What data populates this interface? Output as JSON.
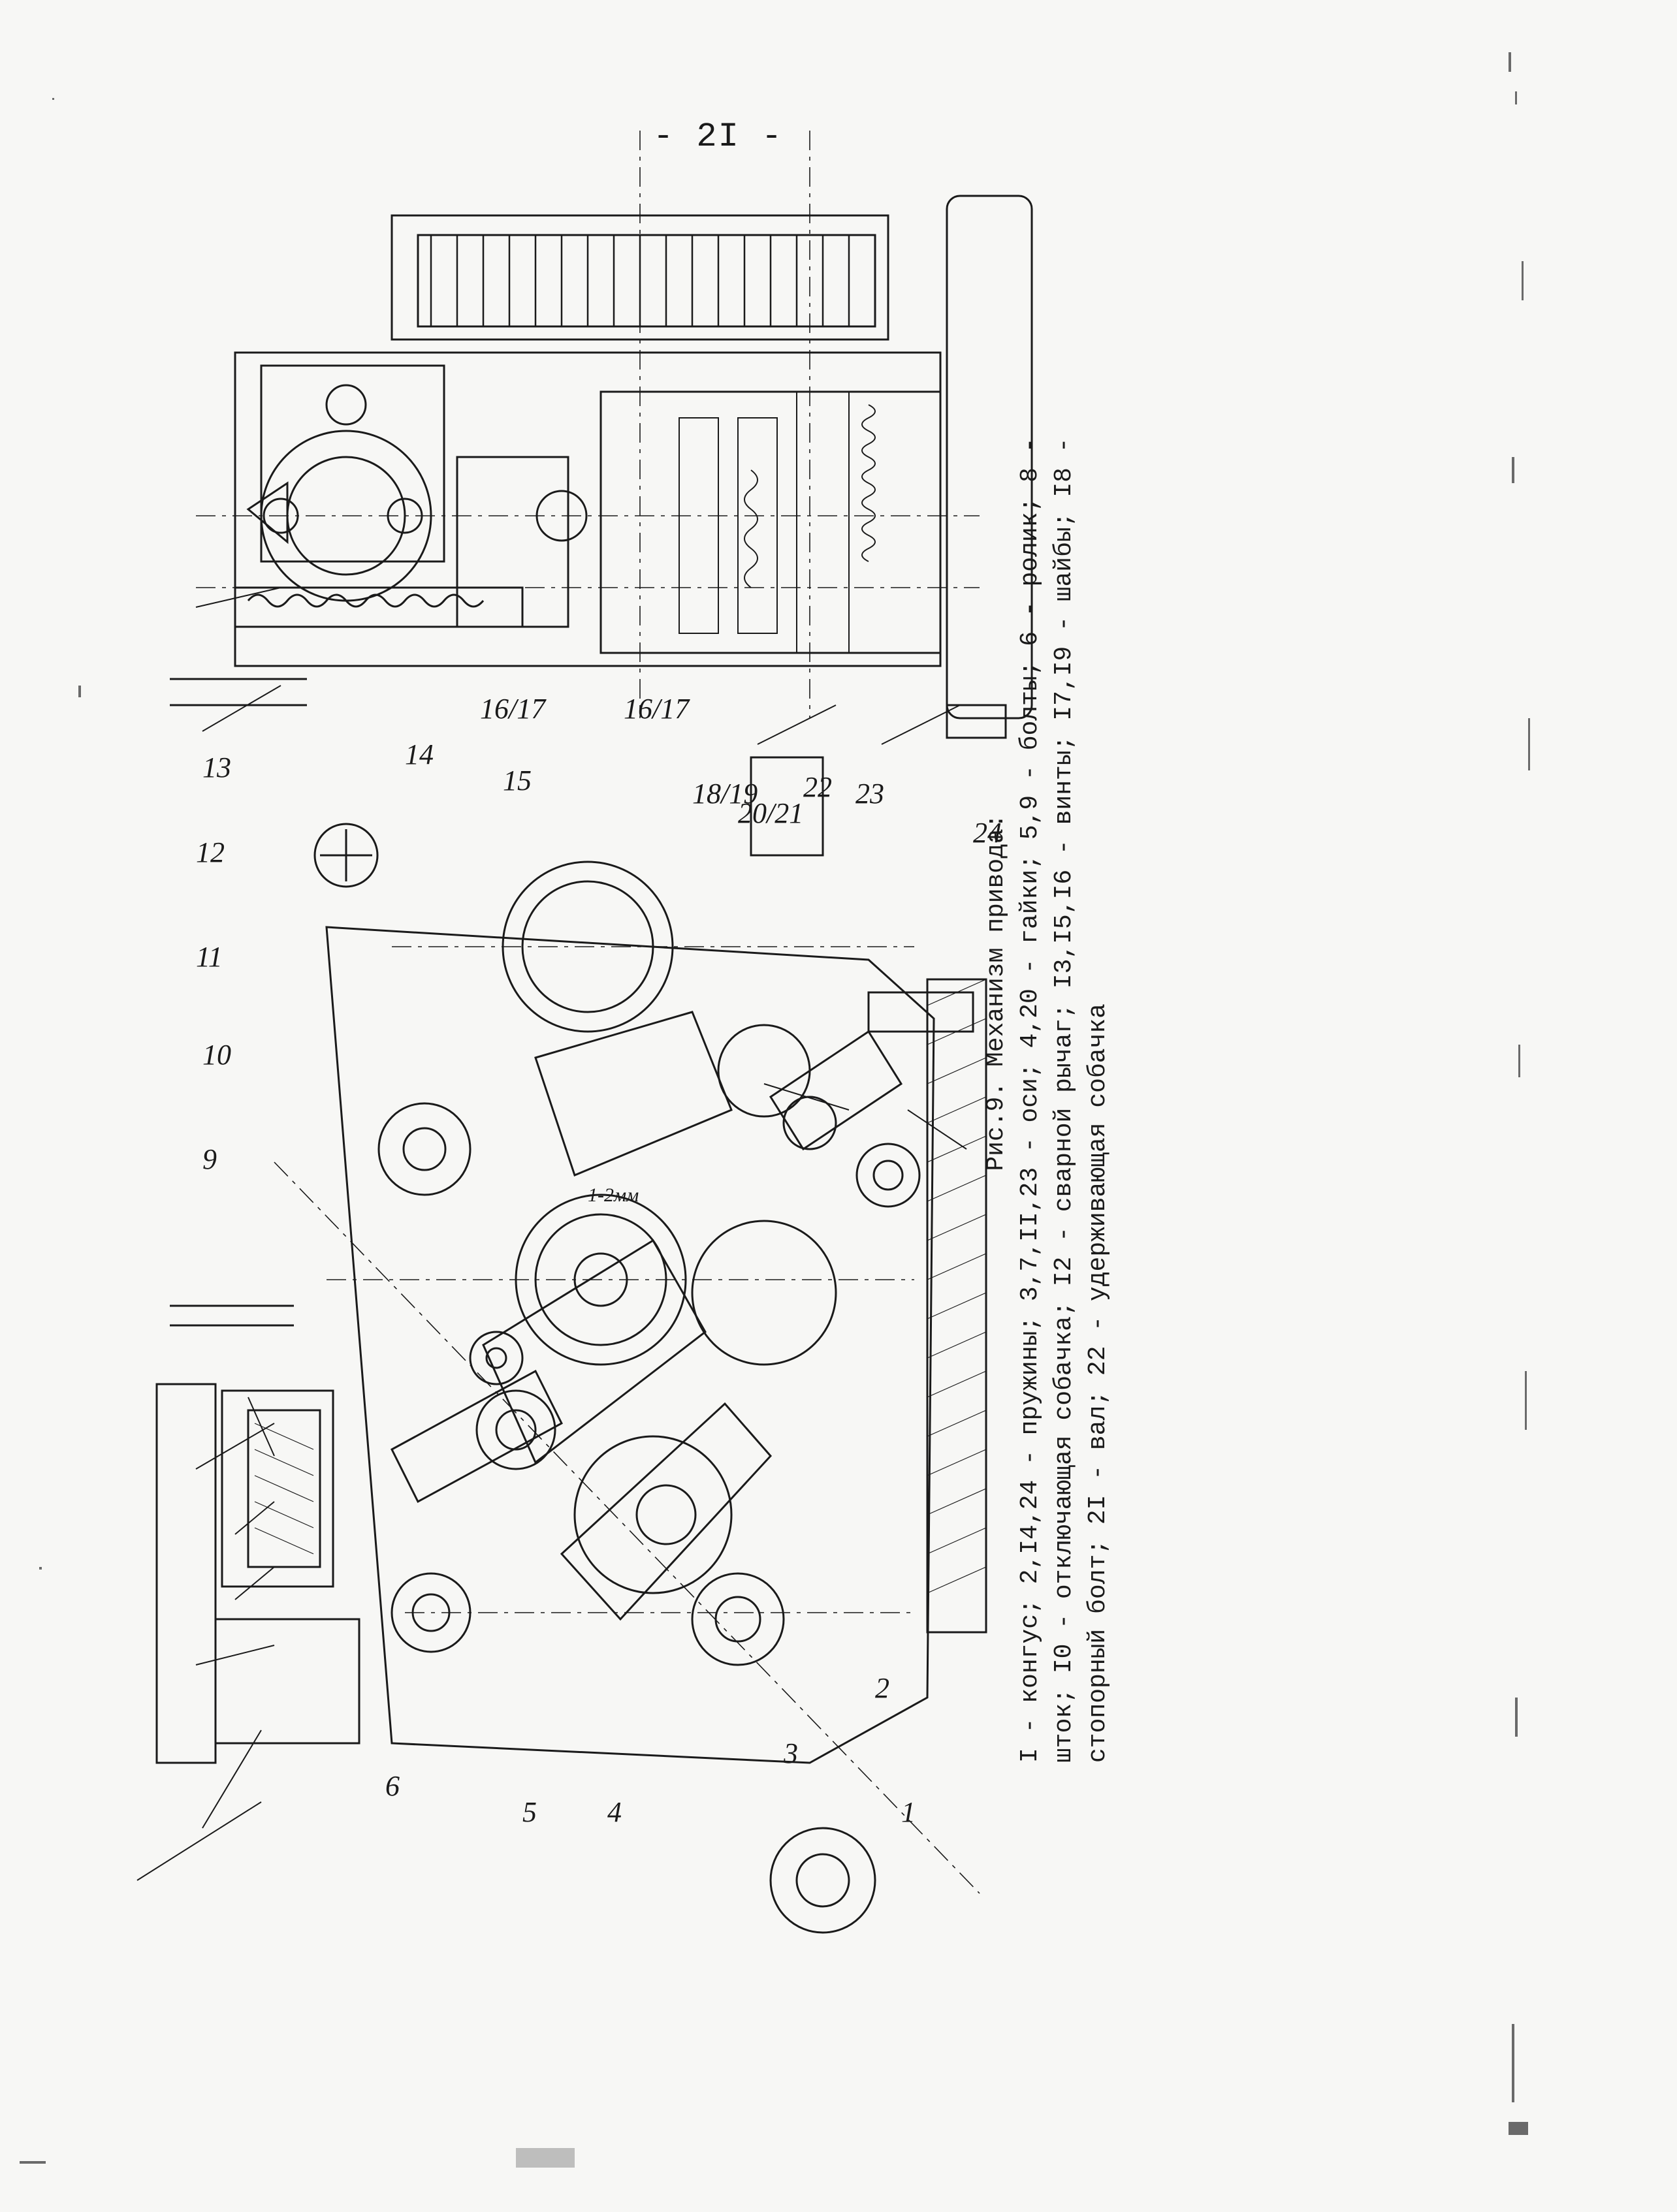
{
  "page": {
    "number": "- 2I -"
  },
  "figure": {
    "caption_title": "Рис.9. Механизм привода:",
    "legend_lines": [
      "I - конгус; 2,I4,24 - пружины; 3,7,II,23 - оси; 4,20 - гайки; 5,9 - болты; 6 - ролик; 8 -",
      "шток; I0 - отключающая собачка; I2 - сварной рычаг; I3,I5,I6 - винты; I7,I9 - шайбы; I8 -",
      "стопорный болт; 2I - вал; 22 - удерживающая собачка"
    ],
    "callouts": [
      "1",
      "2",
      "3",
      "4",
      "5",
      "6",
      "9",
      "10",
      "11",
      "12",
      "13",
      "14",
      "15",
      "16/17",
      "16/17",
      "18/19",
      "20/21",
      "22",
      "23",
      "24"
    ],
    "dimension_note": "1-2мм"
  }
}
